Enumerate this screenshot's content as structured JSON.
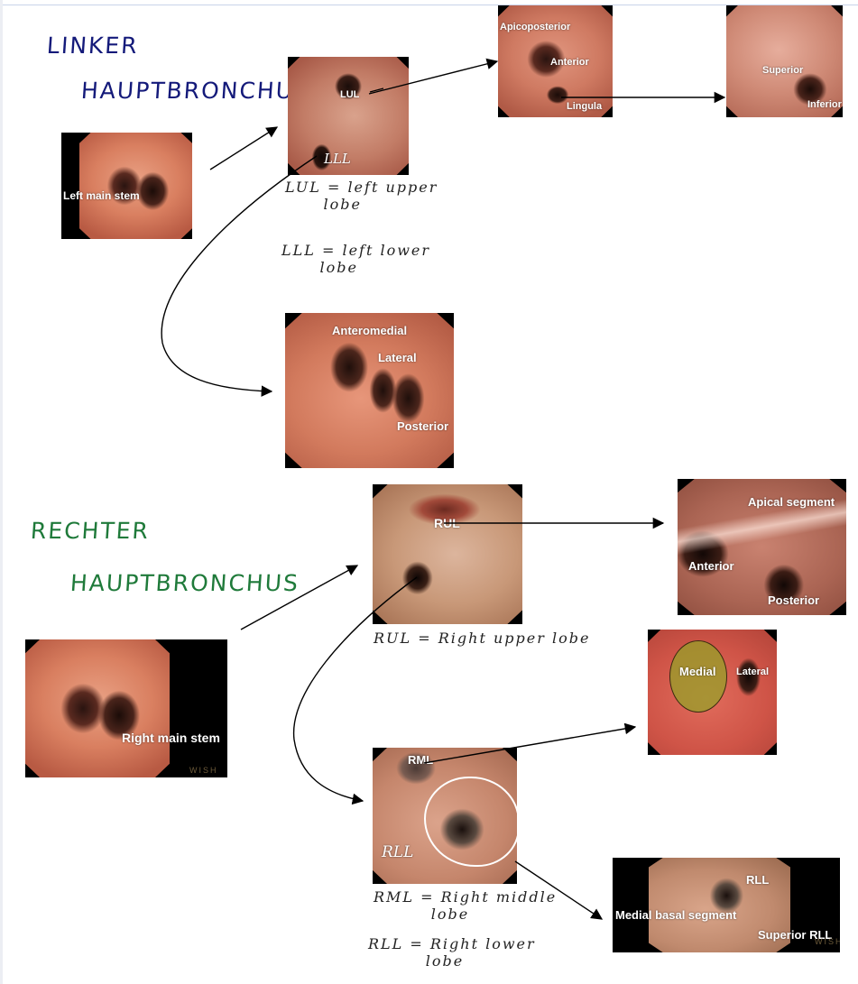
{
  "sections": {
    "left": {
      "title_line1": "LINKER",
      "title_line2": "HAUPTBRONCHUS",
      "color": "#141a7a",
      "main_image_label": "Left main stem",
      "lobe_image": {
        "labels": [
          "LUL",
          "LLL"
        ]
      },
      "notes": [
        "LUL = left upper\n      lobe",
        "LLL = left lower\n      lobe"
      ],
      "upper_segments_image": {
        "labels": [
          "Apicoposterior",
          "Anterior",
          "Lingula"
        ]
      },
      "lingula_image": {
        "labels": [
          "Superior",
          "Inferior"
        ]
      },
      "lower_segments_image": {
        "labels": [
          "Anteromedial",
          "Lateral",
          "Posterior"
        ]
      }
    },
    "right": {
      "title_line1": "RECHTER",
      "title_line2": "HAUPTBRONCHUS",
      "color": "#1f7a3a",
      "main_image_label": "Right main stem",
      "main_image_watermark": "WISH",
      "rul_image": {
        "labels": [
          "RUL"
        ]
      },
      "rul_note": "RUL = Right upper lobe",
      "rul_segments_image": {
        "labels": [
          "Apical segment",
          "Anterior",
          "Posterior"
        ]
      },
      "rml_segments_image": {
        "labels": [
          "Medial",
          "Lateral"
        ]
      },
      "rml_rll_image": {
        "labels": [
          "RML",
          "RLL"
        ]
      },
      "rml_rll_notes": [
        "RML = Right middle\n         lobe",
        "RLL = Right lower\n         lobe"
      ],
      "rll_segments_image": {
        "labels": [
          "RLL",
          "Medial basal segment",
          "Superior RLL"
        ],
        "watermark": "WISH"
      }
    }
  }
}
